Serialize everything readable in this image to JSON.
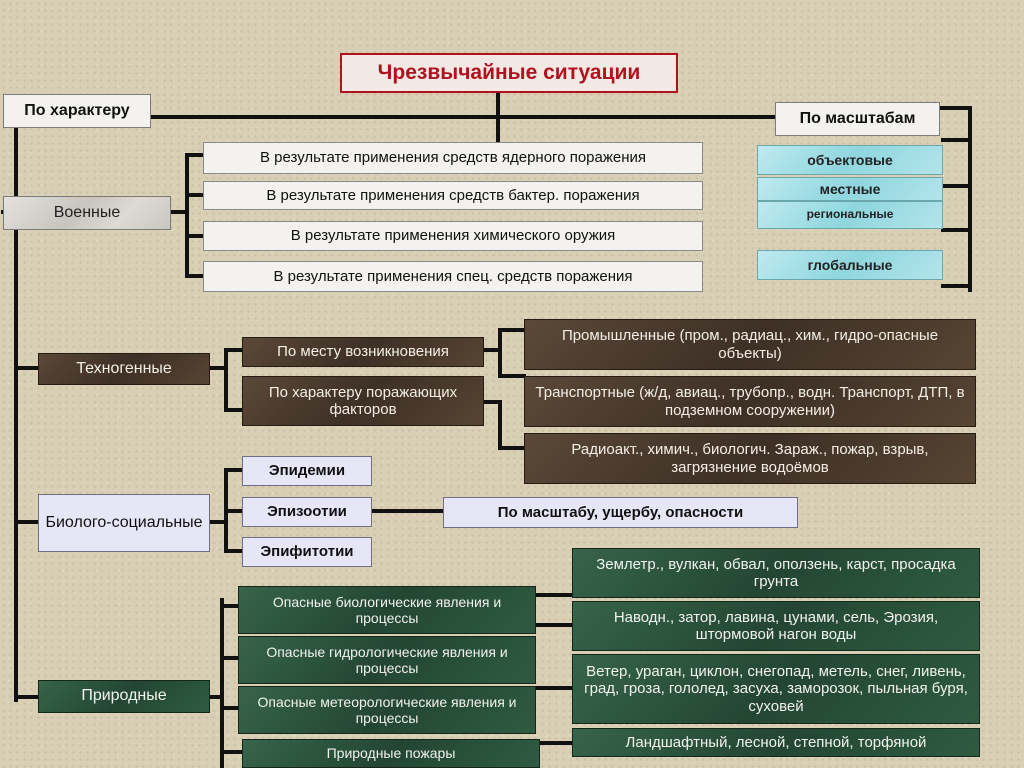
{
  "title": "Чрезвычайные ситуации",
  "characterBranch": {
    "label": "По характеру",
    "military": {
      "label": "Военные",
      "items": [
        "В результате применения средств ядерного поражения",
        "В результате применения средств бактер. поражения",
        "В результате применения химического оружия",
        "В результате применения спец. средств поражения"
      ]
    },
    "technogenic": {
      "label": "Техногенные",
      "criteria": [
        "По месту возникновения",
        "По характеру поражающих факторов"
      ],
      "types": [
        "Промышленные (пром., радиац., хим., гидро-опасные объекты)",
        "Транспортные (ж/д, авиац., трубопр., водн. Транспорт, ДТП, в подземном сооружении)",
        "Радиоакт., химич., биологич. Зараж., пожар, взрыв, загрязнение водоёмов"
      ]
    },
    "biosocial": {
      "label": "Биолого-социальные",
      "items": [
        "Эпидемии",
        "Эпизоотии",
        "Эпифитотии"
      ],
      "criterion": "По масштабу, ущербу, опасности"
    },
    "natural": {
      "label": "Природные",
      "groups": [
        "Опасные биологические явления и процессы",
        "Опасные гидрологические явления и процессы",
        "Опасные метеорологические явления и процессы",
        "Природные пожары"
      ],
      "examples": [
        "Землетр., вулкан, обвал, оползень, карст, просадка грунта",
        "Наводн., затор, лавина, цунами, сель, Эрозия, штормовой нагон воды",
        "Ветер, ураган, циклон, снегопад, метель, снег, ливень, град, гроза, гололед, засуха, заморозок, пыльная буря, суховей",
        "Ландшафтный, лесной, степной, торфяной"
      ]
    }
  },
  "scaleBranch": {
    "label": "По масштабам",
    "items": [
      "объектовые",
      "местные",
      "региональные",
      "глобальные"
    ]
  }
}
